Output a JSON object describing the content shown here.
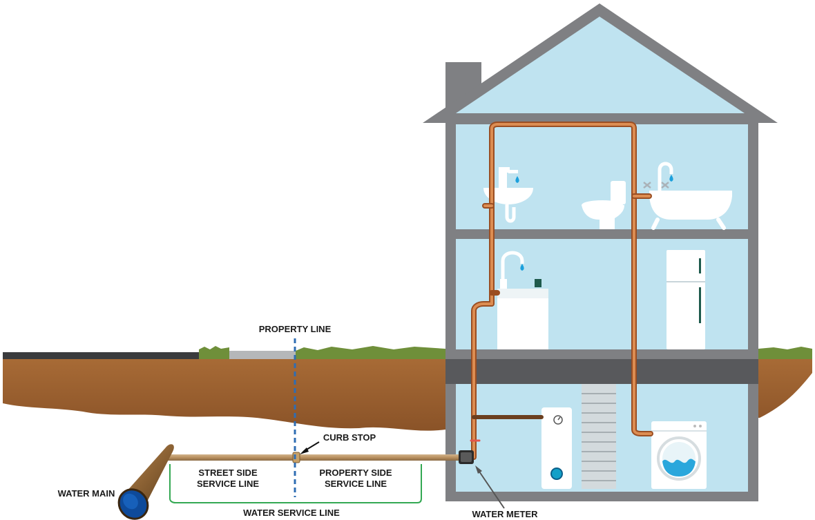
{
  "labels": {
    "property_line": "PROPERTY LINE",
    "curb_stop": "CURB STOP",
    "street_side_line1": "STREET SIDE",
    "street_side_line2": "SERVICE LINE",
    "property_side_line1": "PROPERTY SIDE",
    "property_side_line2": "SERVICE LINE",
    "water_main": "WATER MAIN",
    "water_service_line": "WATER SERVICE LINE",
    "water_meter": "WATER METER"
  },
  "colors": {
    "house_frame": "#7f8083",
    "room_fill": "#bfe3f0",
    "copper_pipe": "#c8783f",
    "soil": "#9b6332",
    "grass": "#6f8f3a",
    "service_bracket": "#33a852",
    "property_line_dash": "#2f6db3",
    "water_main_blue": "#0e4a9a"
  }
}
